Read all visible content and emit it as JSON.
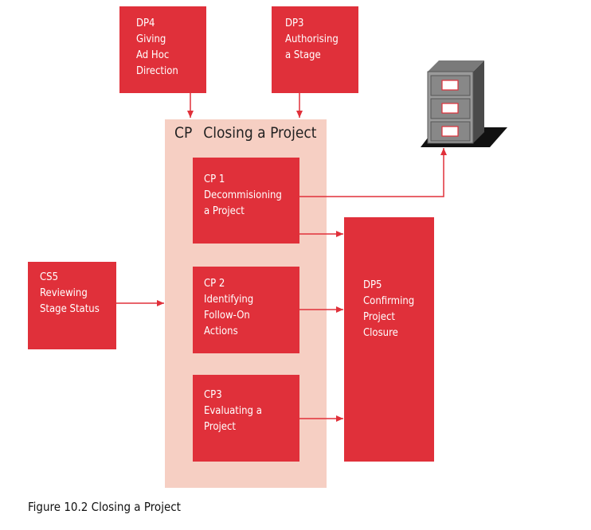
{
  "boxes": {
    "dp4": {
      "lines": [
        "DP4",
        "Giving",
        "Ad Hoc",
        "Direction"
      ]
    },
    "dp3": {
      "lines": [
        "DP3",
        "Authorising",
        "a Stage"
      ]
    },
    "cp1": {
      "lines": [
        "CP 1",
        "Decommisioning",
        "a Project"
      ]
    },
    "cp2": {
      "lines": [
        "CP 2",
        "Identifying",
        "Follow-On",
        "Actions"
      ]
    },
    "cp3": {
      "lines": [
        "CP3",
        "Evaluating a",
        "Project"
      ]
    },
    "cs5": {
      "lines": [
        "CS5",
        "Reviewing",
        "Stage Status"
      ]
    },
    "dp5": {
      "lines": [
        "DP5",
        "Confirming",
        "Project",
        "Closure"
      ]
    }
  },
  "container": {
    "code": "CP",
    "name": "Closing a Project"
  },
  "caption": "Figure 10.2 Closing a Project",
  "colors": {
    "box": "#e0303a",
    "container": "#f6cfc3",
    "arrow": "#e0303a",
    "text": "#ffffff"
  },
  "icons": {
    "archive": "filing-cabinet-icon"
  }
}
